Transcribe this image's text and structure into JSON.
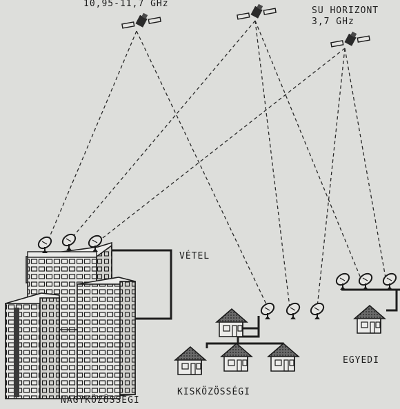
{
  "satellites": {
    "sat1_freq": "10,95-11,7 GHz",
    "sat3_name": "SU HORIZONT",
    "sat3_freq": "3,7 GHz"
  },
  "labels": {
    "vetel": "VÉTEL",
    "egyedi": "EGYEDI",
    "kiskozossegi": "KISKÖZÖSSÉGI",
    "nagykozossegi": "NAGYKÖZÖSSÉGI"
  },
  "colors": {
    "paper": "#dddedb",
    "ink": "#1e1e1e"
  }
}
